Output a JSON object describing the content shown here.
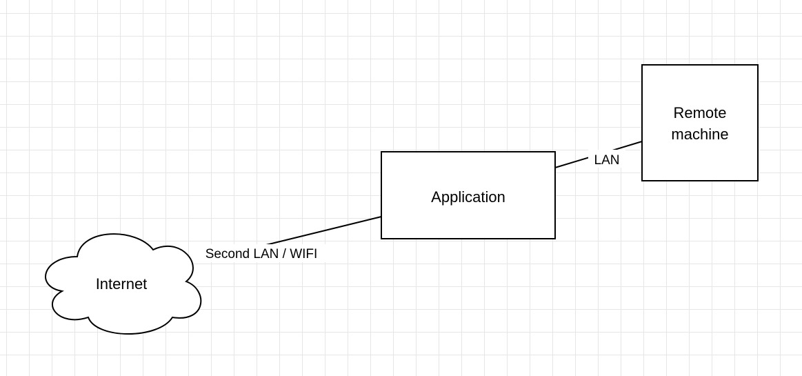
{
  "diagram": {
    "nodes": {
      "application": {
        "label": "Application",
        "shape": "rectangle"
      },
      "remote": {
        "label_line1": "Remote",
        "label_line2": "machine",
        "shape": "rectangle"
      },
      "internet": {
        "label": "Internet",
        "shape": "cloud"
      }
    },
    "edges": [
      {
        "from": "application",
        "to": "remote",
        "label": "LAN"
      },
      {
        "from": "internet",
        "to": "application",
        "label": "Second LAN / WIFI"
      }
    ],
    "colors": {
      "stroke": "#000000",
      "fill": "#ffffff",
      "grid": "#e6e6e6"
    }
  }
}
